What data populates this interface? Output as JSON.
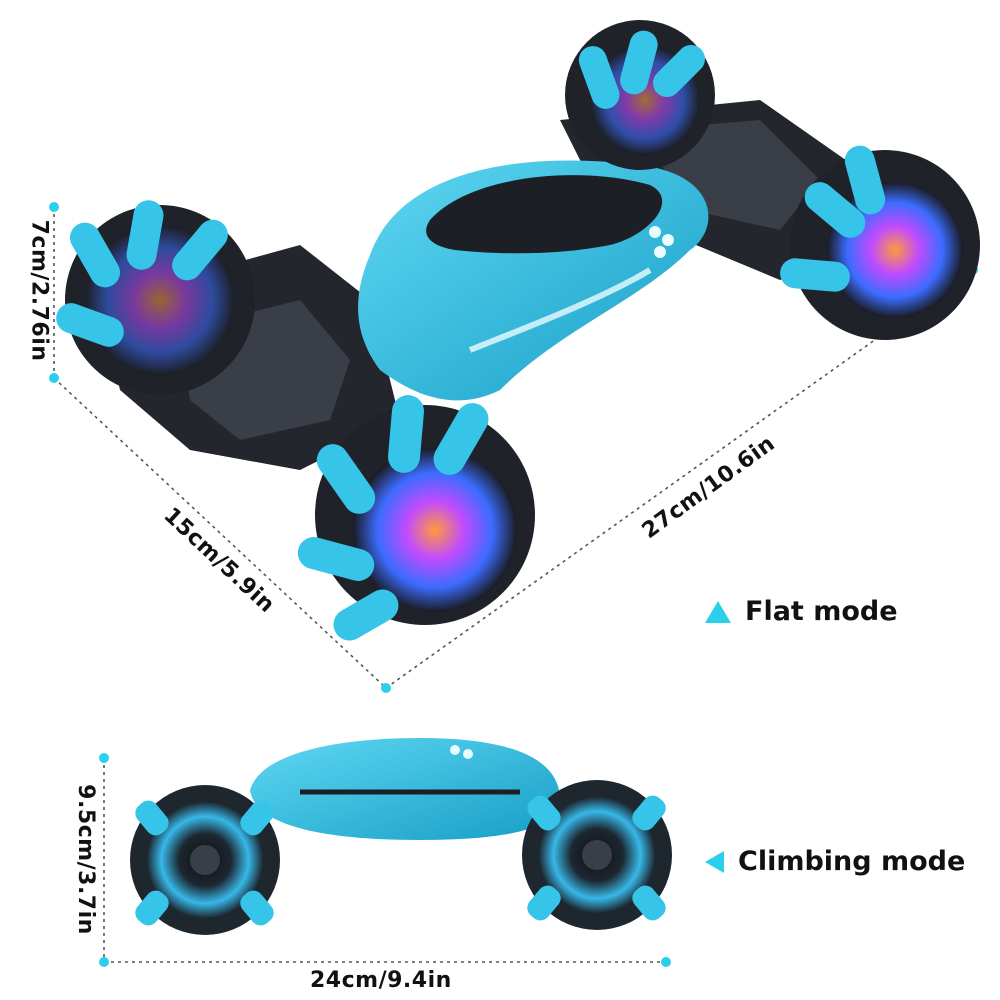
{
  "dimensions": {
    "height_flat": "7cm/2.76in",
    "width_flat": "15cm/5.9in",
    "length_flat": "27cm/10.6in",
    "height_climbing": "9.5cm/3.7in",
    "length_climbing": "24cm/9.4in"
  },
  "modes": {
    "flat": {
      "label": "Flat mode",
      "icon": "triangle-up-icon"
    },
    "climbing": {
      "label": "Climbing mode",
      "icon": "triangle-left-icon"
    }
  },
  "colors": {
    "accent": "#2ad0ea",
    "body": "#1fb6dc",
    "dark": "#23262c"
  }
}
